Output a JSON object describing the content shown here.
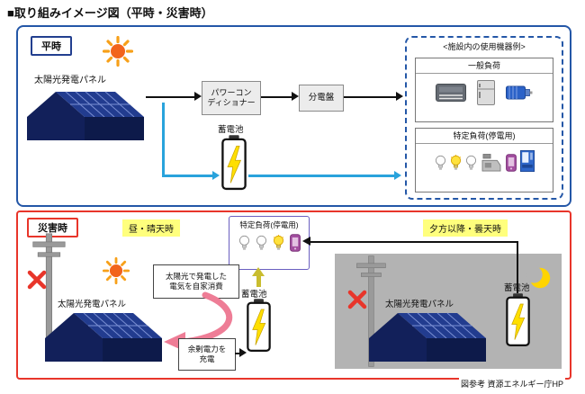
{
  "title": "■取り組みイメージ図（平時・災害時）",
  "credit": "図参考 資源エネルギー庁HP",
  "colors": {
    "panel_blue_border": "#2457a7",
    "panel_red_border": "#e8352a",
    "connector_blue": "#29a3dc",
    "highlight_yellow": "#ffff7d",
    "house_navy": "#12205a",
    "battery_bolt_yellow": "#ffdf00",
    "pink_arrow": "#ee7d96",
    "night_scene_gray": "#b3b3b3"
  },
  "normal_panel": {
    "label": "平時",
    "solar_label": "太陽光発電パネル",
    "power_conditioner": "パワーコン\nディショナー",
    "distribution_board": "分電盤",
    "battery_label": "蓄電池",
    "facility": {
      "title": "<施設内の使用機器例>",
      "general_load_title": "一般負荷",
      "general_load_icons": [
        "air-conditioner",
        "refrigerator",
        "motor"
      ],
      "specific_load_title": "特定負荷(停電用)",
      "specific_load_icons": [
        "light-bulb",
        "light-bulb-lit",
        "light-bulb",
        "cash-register",
        "mobile-phone",
        "vending-machine"
      ]
    }
  },
  "disaster_panel": {
    "label": "災害時",
    "daytime_label": "昼・晴天時",
    "evening_label": "夕方以降・曇天時",
    "specific_load_title": "特定負荷(停電用)",
    "specific_load_icons": [
      "light-bulb",
      "light-bulb",
      "light-bulb-lit",
      "mobile-phone"
    ],
    "left": {
      "solar_label": "太陽光発電パネル",
      "self_consumption_note": "太陽光で発電した\n電気を自家消費",
      "surplus_note": "余剰電力を\n充電",
      "battery_label": "蓄電池"
    },
    "right": {
      "solar_label": "太陽光発電パネル",
      "battery_label": "蓄電池"
    }
  }
}
